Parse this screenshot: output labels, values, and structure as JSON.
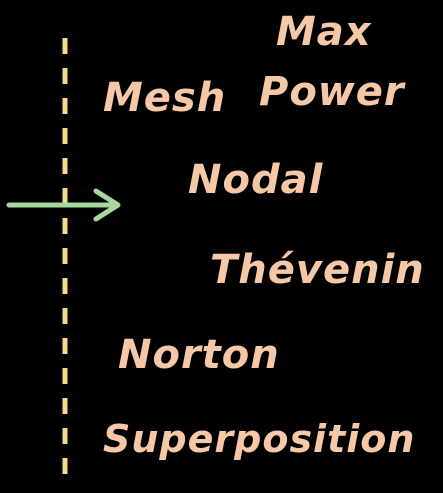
{
  "colors": {
    "background": "#000000",
    "label": "#f6c8a8",
    "dashed_line": "#f3dc8a",
    "arrow": "#a8d8a0"
  },
  "labels": {
    "mesh": "Mesh",
    "max": "Max",
    "power": "Power",
    "nodal": "Nodal",
    "thevenin": "Thévenin",
    "norton": "Norton",
    "superposition": "Superposition"
  }
}
